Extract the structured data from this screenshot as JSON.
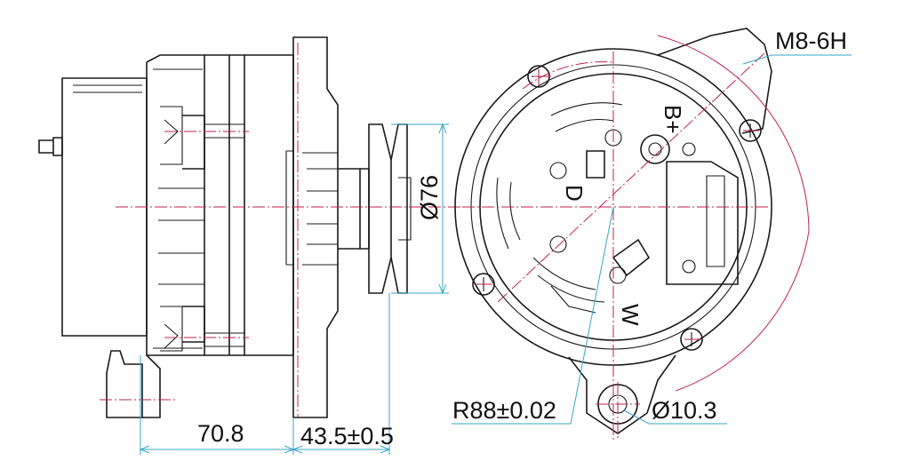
{
  "colors": {
    "outline": "#1a1a1a",
    "centerline": "#c0224d",
    "dimension": "#3aa6c4"
  },
  "dimensions": {
    "length_body": "70.8",
    "length_pulley": "43.5±0.5",
    "pulley_diameter": "Ø76",
    "thread": "M8-6H",
    "radius": "R88±0.02",
    "mount_hole": "Ø10.3"
  },
  "terminals": {
    "b_plus": "B+",
    "d": "D",
    "w": "W"
  }
}
